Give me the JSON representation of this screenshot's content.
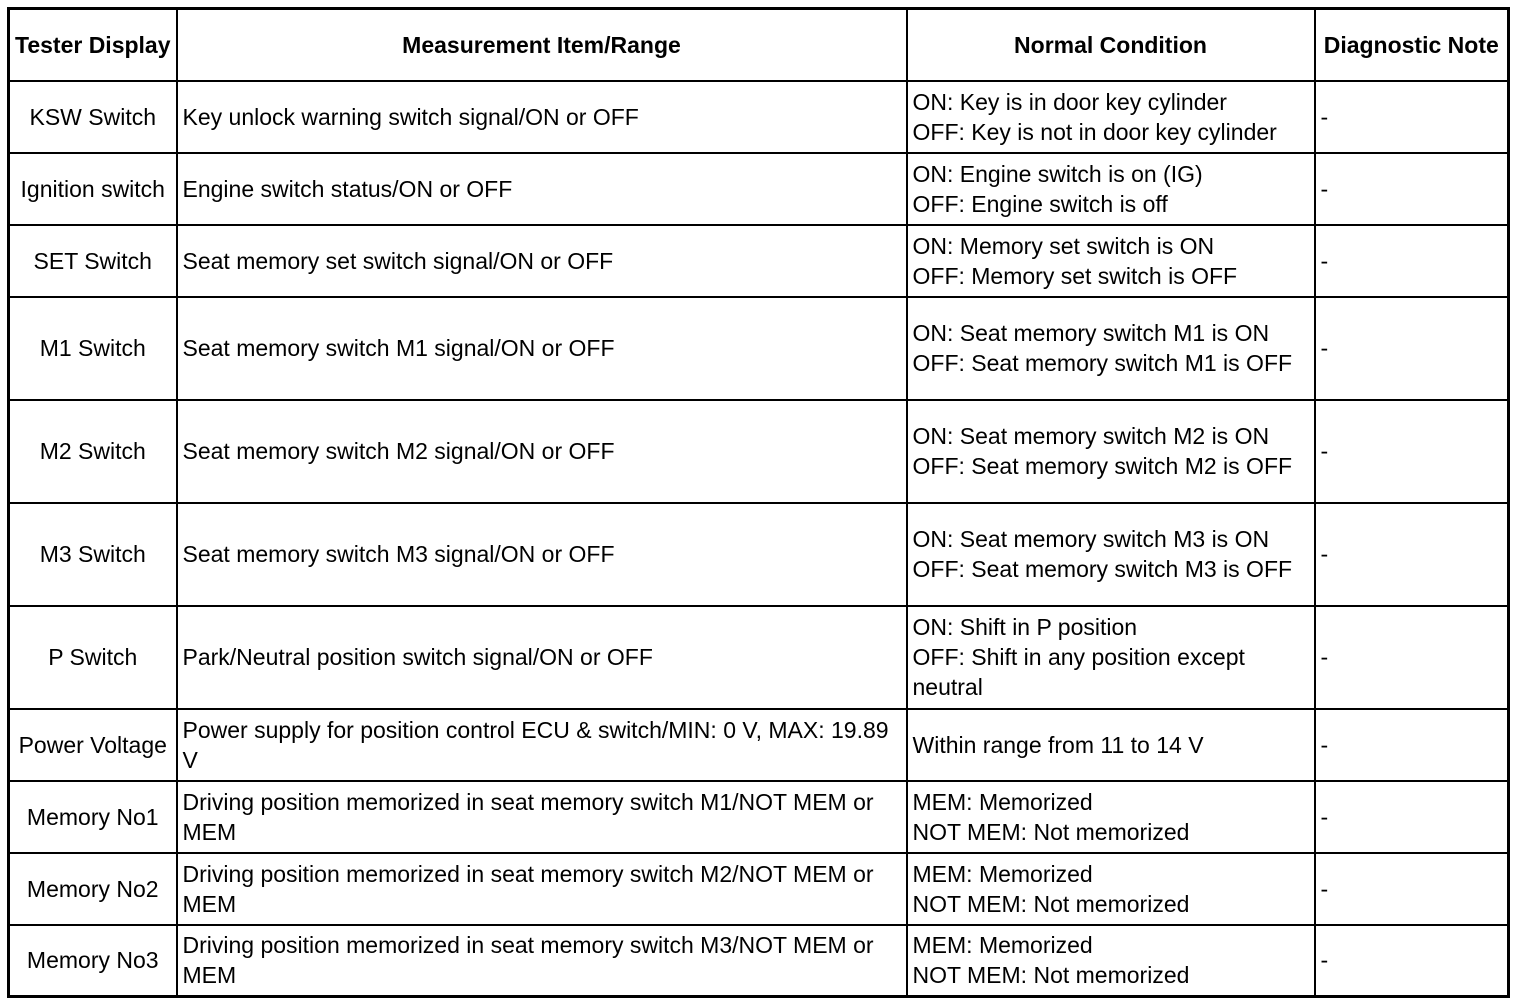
{
  "headers": {
    "tester": "Tester Display",
    "measurement": "Measurement Item/Range",
    "normal": "Normal Condition",
    "note": "Diagnostic Note"
  },
  "rows": [
    {
      "tester": "KSW Switch",
      "measurement": "Key unlock warning switch signal/ON or OFF",
      "normal": [
        "ON: Key is in door key cylinder",
        "OFF: Key is not in door key cylinder"
      ],
      "note": "-"
    },
    {
      "tester": "Ignition switch",
      "measurement": "Engine switch status/ON or OFF",
      "normal": [
        "ON: Engine switch is on (IG)",
        "OFF: Engine switch is off"
      ],
      "note": "-"
    },
    {
      "tester": "SET Switch",
      "measurement": "Seat memory set switch signal/ON or OFF",
      "normal": [
        "ON: Memory set switch is ON",
        "OFF: Memory set switch is OFF"
      ],
      "note": "-"
    },
    {
      "tester": "M1 Switch",
      "measurement": "Seat memory switch M1 signal/ON or OFF",
      "normal": [
        "ON: Seat memory switch M1 is ON",
        "OFF: Seat memory switch M1 is OFF"
      ],
      "note": "-"
    },
    {
      "tester": "M2 Switch",
      "measurement": "Seat memory switch M2 signal/ON or OFF",
      "normal": [
        "ON: Seat memory switch M2 is ON",
        "OFF: Seat memory switch M2 is OFF"
      ],
      "note": "-"
    },
    {
      "tester": "M3 Switch",
      "measurement": "Seat memory switch M3 signal/ON or OFF",
      "normal": [
        "ON: Seat memory switch M3 is ON",
        "OFF: Seat memory switch M3 is OFF"
      ],
      "note": "-"
    },
    {
      "tester": "P Switch",
      "measurement": "Park/Neutral position switch signal/ON or OFF",
      "normal": [
        "ON: Shift in P position",
        "OFF: Shift in any position except neutral"
      ],
      "note": "-"
    },
    {
      "tester": "Power Voltage",
      "measurement": "Power supply for position control ECU & switch/MIN: 0 V, MAX: 19.89 V",
      "normal": [
        "Within range from 11 to 14 V"
      ],
      "note": "-"
    },
    {
      "tester": "Memory No1",
      "measurement": "Driving position memorized in seat memory switch M1/NOT MEM or MEM",
      "normal": [
        "MEM: Memorized",
        "NOT MEM: Not memorized"
      ],
      "note": "-"
    },
    {
      "tester": "Memory No2",
      "measurement": "Driving position memorized in seat memory switch M2/NOT MEM or MEM",
      "normal": [
        "MEM: Memorized",
        "NOT MEM: Not memorized"
      ],
      "note": "-"
    },
    {
      "tester": "Memory No3",
      "measurement": "Driving position memorized in seat memory switch M3/NOT MEM or MEM",
      "normal": [
        "MEM: Memorized",
        "NOT MEM: Not memorized"
      ],
      "note": "-"
    }
  ]
}
